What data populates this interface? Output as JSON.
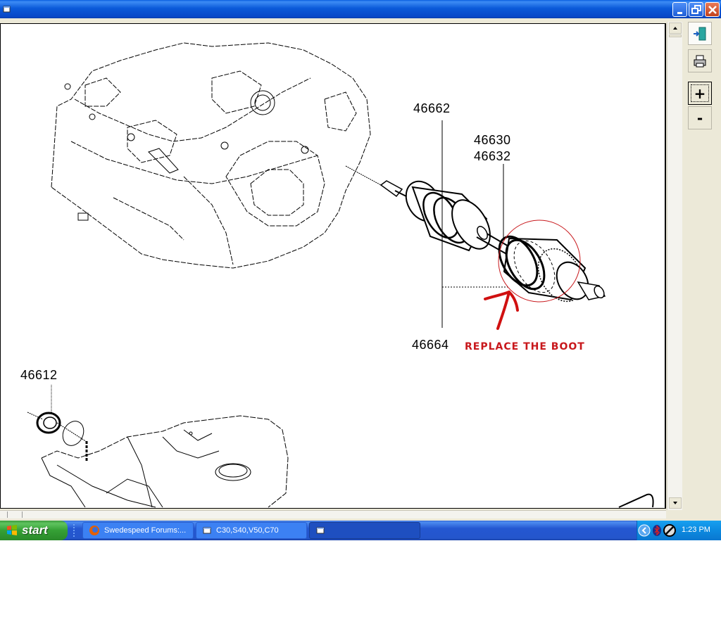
{
  "window": {
    "title": "",
    "controls": {
      "minimize": "minimize",
      "restore": "restore",
      "close": "close"
    }
  },
  "toolbar": {
    "exit_icon": "exit-door-icon",
    "print_icon": "printer-icon",
    "zoom_in_label": "+",
    "zoom_out_label": "-"
  },
  "diagram": {
    "parts": [
      {
        "id": "46662",
        "label": "46662"
      },
      {
        "id": "46630",
        "label": "46630"
      },
      {
        "id": "46632",
        "label": "46632"
      },
      {
        "id": "46664",
        "label": "46664"
      },
      {
        "id": "46612",
        "label": "46612"
      }
    ],
    "annotation": {
      "text": "REPLACE THE BOOT",
      "color": "#c8181c"
    }
  },
  "taskbar": {
    "start_label": "start",
    "items": [
      {
        "label": "Swedespeed Forums:...",
        "icon": "firefox-icon",
        "active": false
      },
      {
        "label": "C30,S40,V50,C70",
        "icon": "folder-window-icon",
        "active": false
      },
      {
        "label": "",
        "icon": "folder-window-icon",
        "active": true
      }
    ],
    "tray": {
      "icons": [
        "show-hidden-icons-icon",
        "bluetooth-icon",
        "network-blocked-icon"
      ],
      "time": "1:23 PM"
    }
  }
}
